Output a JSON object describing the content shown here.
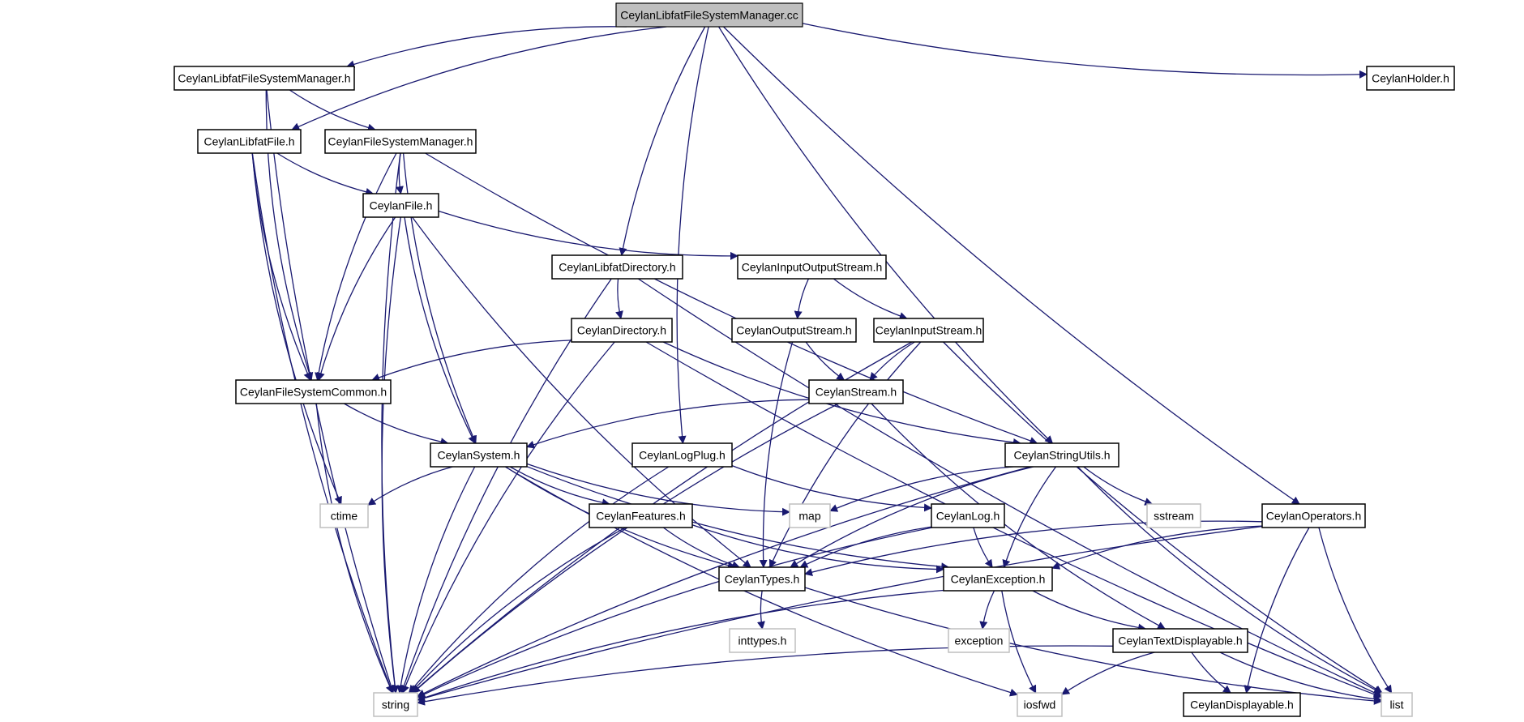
{
  "graph": {
    "root": "CeylanLibfatFileSystemManager.cc",
    "colors": {
      "edge": "#191970",
      "node_border": "#000000",
      "external_border": "#bfbfbf",
      "root_fill": "#bfbfbf",
      "node_fill": "#ffffff"
    },
    "nodes": [
      {
        "id": "cc",
        "label": "CeylanLibfatFileSystemManager.cc",
        "kind": "root"
      },
      {
        "id": "lfsmh",
        "label": "CeylanLibfatFileSystemManager.h",
        "kind": "header"
      },
      {
        "id": "holder",
        "label": "CeylanHolder.h",
        "kind": "header"
      },
      {
        "id": "lfile",
        "label": "CeylanLibfatFile.h",
        "kind": "header"
      },
      {
        "id": "fsm",
        "label": "CeylanFileSystemManager.h",
        "kind": "header"
      },
      {
        "id": "file",
        "label": "CeylanFile.h",
        "kind": "header"
      },
      {
        "id": "ldir",
        "label": "CeylanLibfatDirectory.h",
        "kind": "header"
      },
      {
        "id": "ios",
        "label": "CeylanInputOutputStream.h",
        "kind": "header"
      },
      {
        "id": "dir",
        "label": "CeylanDirectory.h",
        "kind": "header"
      },
      {
        "id": "os",
        "label": "CeylanOutputStream.h",
        "kind": "header"
      },
      {
        "id": "is",
        "label": "CeylanInputStream.h",
        "kind": "header"
      },
      {
        "id": "fsc",
        "label": "CeylanFileSystemCommon.h",
        "kind": "header"
      },
      {
        "id": "stream",
        "label": "CeylanStream.h",
        "kind": "header"
      },
      {
        "id": "sys",
        "label": "CeylanSystem.h",
        "kind": "header"
      },
      {
        "id": "logplug",
        "label": "CeylanLogPlug.h",
        "kind": "header"
      },
      {
        "id": "su",
        "label": "CeylanStringUtils.h",
        "kind": "header"
      },
      {
        "id": "ctime",
        "label": "ctime",
        "kind": "external"
      },
      {
        "id": "map",
        "label": "map",
        "kind": "external"
      },
      {
        "id": "feat",
        "label": "CeylanFeatures.h",
        "kind": "header"
      },
      {
        "id": "log",
        "label": "CeylanLog.h",
        "kind": "header"
      },
      {
        "id": "sstream",
        "label": "sstream",
        "kind": "external"
      },
      {
        "id": "ops",
        "label": "CeylanOperators.h",
        "kind": "header"
      },
      {
        "id": "types",
        "label": "CeylanTypes.h",
        "kind": "header"
      },
      {
        "id": "exc",
        "label": "CeylanException.h",
        "kind": "header"
      },
      {
        "id": "inttypes",
        "label": "inttypes.h",
        "kind": "external"
      },
      {
        "id": "exception",
        "label": "exception",
        "kind": "external"
      },
      {
        "id": "td",
        "label": "CeylanTextDisplayable.h",
        "kind": "header"
      },
      {
        "id": "string",
        "label": "string",
        "kind": "external"
      },
      {
        "id": "iosfwd",
        "label": "iosfwd",
        "kind": "external"
      },
      {
        "id": "disp",
        "label": "CeylanDisplayable.h",
        "kind": "header"
      },
      {
        "id": "list",
        "label": "list",
        "kind": "external"
      }
    ],
    "edges": [
      [
        "cc",
        "lfsmh"
      ],
      [
        "cc",
        "holder"
      ],
      [
        "cc",
        "lfile"
      ],
      [
        "cc",
        "ldir"
      ],
      [
        "cc",
        "logplug"
      ],
      [
        "cc",
        "su"
      ],
      [
        "cc",
        "ops"
      ],
      [
        "lfsmh",
        "fsm"
      ],
      [
        "lfsmh",
        "fsc"
      ],
      [
        "lfsmh",
        "string"
      ],
      [
        "lfile",
        "file"
      ],
      [
        "lfile",
        "fsc"
      ],
      [
        "lfile",
        "ctime"
      ],
      [
        "lfile",
        "string"
      ],
      [
        "fsm",
        "file"
      ],
      [
        "fsm",
        "fsc"
      ],
      [
        "fsm",
        "sys"
      ],
      [
        "fsm",
        "su"
      ],
      [
        "fsm",
        "string"
      ],
      [
        "file",
        "ios"
      ],
      [
        "file",
        "fsc"
      ],
      [
        "file",
        "sys"
      ],
      [
        "file",
        "types"
      ],
      [
        "file",
        "string"
      ],
      [
        "ldir",
        "dir"
      ],
      [
        "ldir",
        "string"
      ],
      [
        "ldir",
        "list"
      ],
      [
        "ios",
        "os"
      ],
      [
        "ios",
        "is"
      ],
      [
        "dir",
        "fsc"
      ],
      [
        "dir",
        "su"
      ],
      [
        "dir",
        "string"
      ],
      [
        "dir",
        "list"
      ],
      [
        "os",
        "stream"
      ],
      [
        "os",
        "types"
      ],
      [
        "is",
        "stream"
      ],
      [
        "is",
        "types"
      ],
      [
        "is",
        "string"
      ],
      [
        "is",
        "list"
      ],
      [
        "stream",
        "sys"
      ],
      [
        "stream",
        "td"
      ],
      [
        "stream",
        "string"
      ],
      [
        "fsc",
        "sys"
      ],
      [
        "fsc",
        "string"
      ],
      [
        "sys",
        "ctime"
      ],
      [
        "sys",
        "map"
      ],
      [
        "sys",
        "feat"
      ],
      [
        "sys",
        "types"
      ],
      [
        "sys",
        "exc"
      ],
      [
        "sys",
        "string"
      ],
      [
        "sys",
        "iosfwd"
      ],
      [
        "logplug",
        "log"
      ],
      [
        "logplug",
        "string"
      ],
      [
        "su",
        "map"
      ],
      [
        "su",
        "sstream"
      ],
      [
        "su",
        "types"
      ],
      [
        "su",
        "exc"
      ],
      [
        "su",
        "string"
      ],
      [
        "su",
        "list"
      ],
      [
        "feat",
        "types"
      ],
      [
        "feat",
        "exc"
      ],
      [
        "feat",
        "string"
      ],
      [
        "log",
        "types"
      ],
      [
        "log",
        "exc"
      ],
      [
        "log",
        "string"
      ],
      [
        "ops",
        "types"
      ],
      [
        "ops",
        "exc"
      ],
      [
        "ops",
        "string"
      ],
      [
        "ops",
        "disp"
      ],
      [
        "ops",
        "list"
      ],
      [
        "types",
        "inttypes"
      ],
      [
        "types",
        "list"
      ],
      [
        "exc",
        "exception"
      ],
      [
        "exc",
        "td"
      ],
      [
        "exc",
        "iosfwd"
      ],
      [
        "exc",
        "string"
      ],
      [
        "td",
        "disp"
      ],
      [
        "td",
        "string"
      ],
      [
        "td",
        "iosfwd"
      ],
      [
        "td",
        "list"
      ]
    ]
  }
}
